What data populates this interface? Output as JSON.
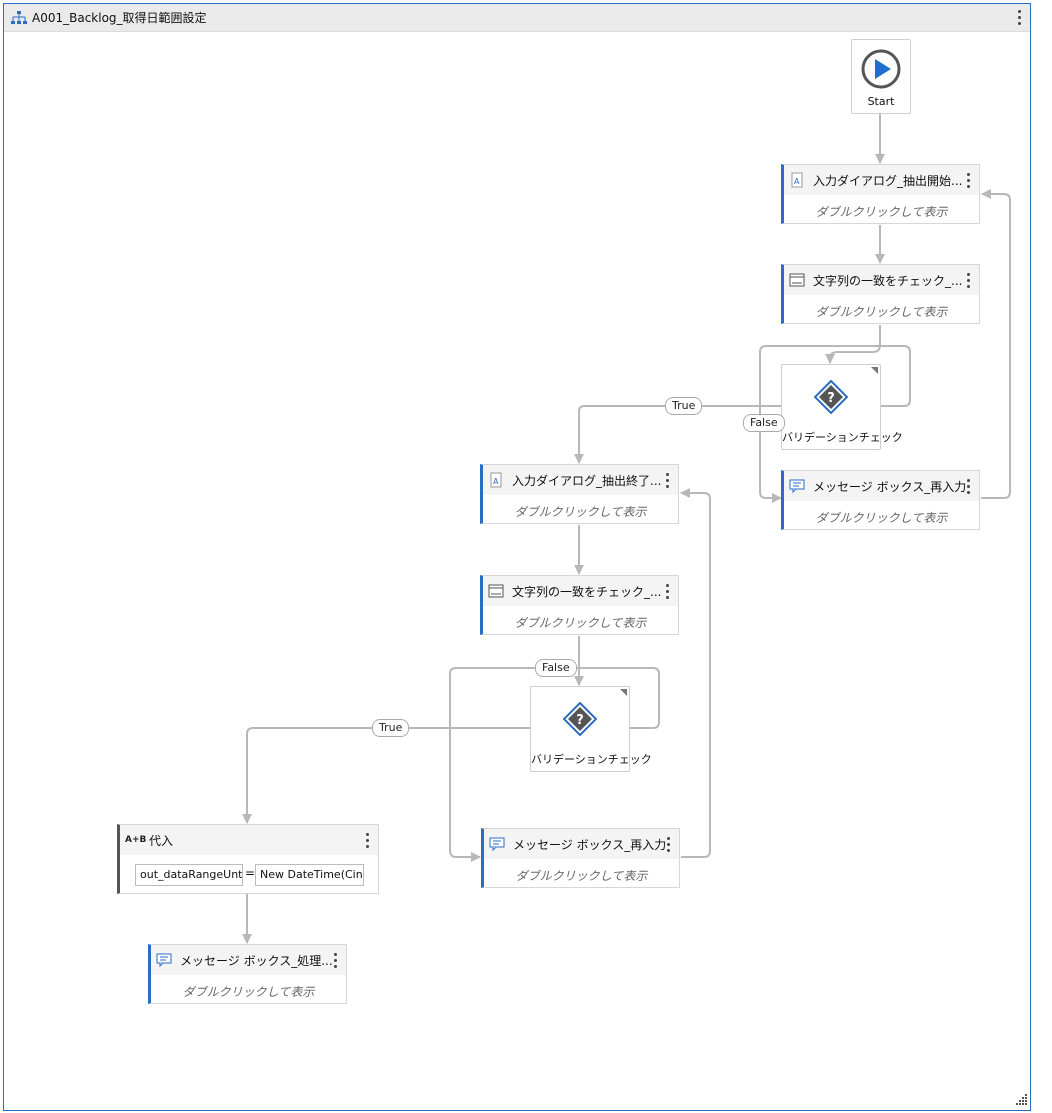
{
  "window": {
    "title": "A001_Backlog_取得日範囲設定",
    "title_icon": "flowchart-icon"
  },
  "start": {
    "label": "Start"
  },
  "activities": {
    "input1": {
      "label": "入力ダイアログ_抽出開始...",
      "sub": "ダブルクリックして表示",
      "icon": "input-dialog-icon"
    },
    "check1": {
      "label": "文字列の一致をチェック_...",
      "sub": "ダブルクリックして表示",
      "icon": "window-icon"
    },
    "msg1": {
      "label": "メッセージ ボックス_再入力",
      "sub": "ダブルクリックして表示",
      "icon": "message-icon"
    },
    "input2": {
      "label": "入力ダイアログ_抽出終了...",
      "sub": "ダブルクリックして表示",
      "icon": "input-dialog-icon"
    },
    "check2": {
      "label": "文字列の一致をチェック_...",
      "sub": "ダブルクリックして表示",
      "icon": "window-icon"
    },
    "msg2": {
      "label": "メッセージ ボックス_再入力",
      "sub": "ダブルクリックして表示",
      "icon": "message-icon"
    },
    "msg3": {
      "label": "メッセージ ボックス_処理...",
      "sub": "ダブルクリックして表示",
      "icon": "message-icon"
    }
  },
  "decisions": {
    "dec1": {
      "label": "バリデーションチェック"
    },
    "dec2": {
      "label": "バリデーションチェック"
    }
  },
  "labels": {
    "true1": "True",
    "false1": "False",
    "true2": "True",
    "false2": "False"
  },
  "assign": {
    "icon_text": "A+B",
    "label": "代入",
    "to": "out_dataRangeUnt",
    "eq": "=",
    "value": "New DateTime(Cint"
  },
  "colors": {
    "accent": "#2b6cc4",
    "connector": "#b8b8b8",
    "diamond": "#555555"
  }
}
